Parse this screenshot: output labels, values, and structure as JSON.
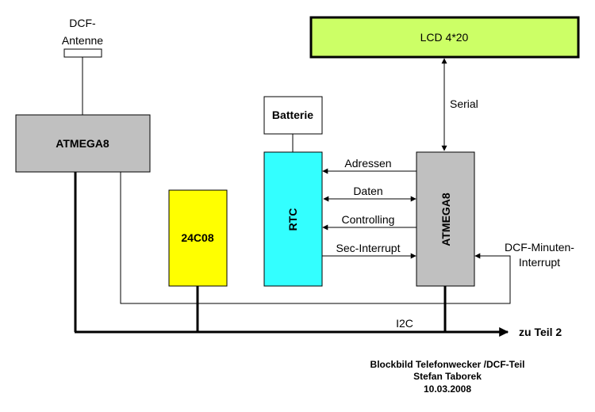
{
  "dcf_antenna": {
    "label_line1": "DCF-",
    "label_line2": "Antenne"
  },
  "lcd": {
    "label": "LCD 4*20"
  },
  "atmega_left": {
    "label": "ATMEGA8"
  },
  "atmega_right": {
    "label": "ATMEGA8"
  },
  "battery": {
    "label": "Batterie"
  },
  "rtc": {
    "label": "RTC"
  },
  "eeprom": {
    "label": "24C08"
  },
  "signals": {
    "serial": "Serial",
    "adressen": "Adressen",
    "daten": "Daten",
    "controlling": "Controlling",
    "sec_interrupt": "Sec-Interrupt",
    "dcf_minuten_line1": "DCF-Minuten-",
    "dcf_minuten_line2": "Interrupt",
    "i2c": "I2C",
    "zu_teil_2": "zu Teil 2"
  },
  "caption": {
    "line1": "Blockbild Telefonwecker /DCF-Teil",
    "line2": "Stefan Taborek",
    "line3": "10.03.2008"
  },
  "colors": {
    "lcd_fill": "#CCFF66",
    "atmega_fill": "#C0C0C0",
    "rtc_fill": "#33FFFF",
    "eeprom_fill": "#FFFF00",
    "battery_fill": "#FFFFFF",
    "line": "#000000"
  }
}
